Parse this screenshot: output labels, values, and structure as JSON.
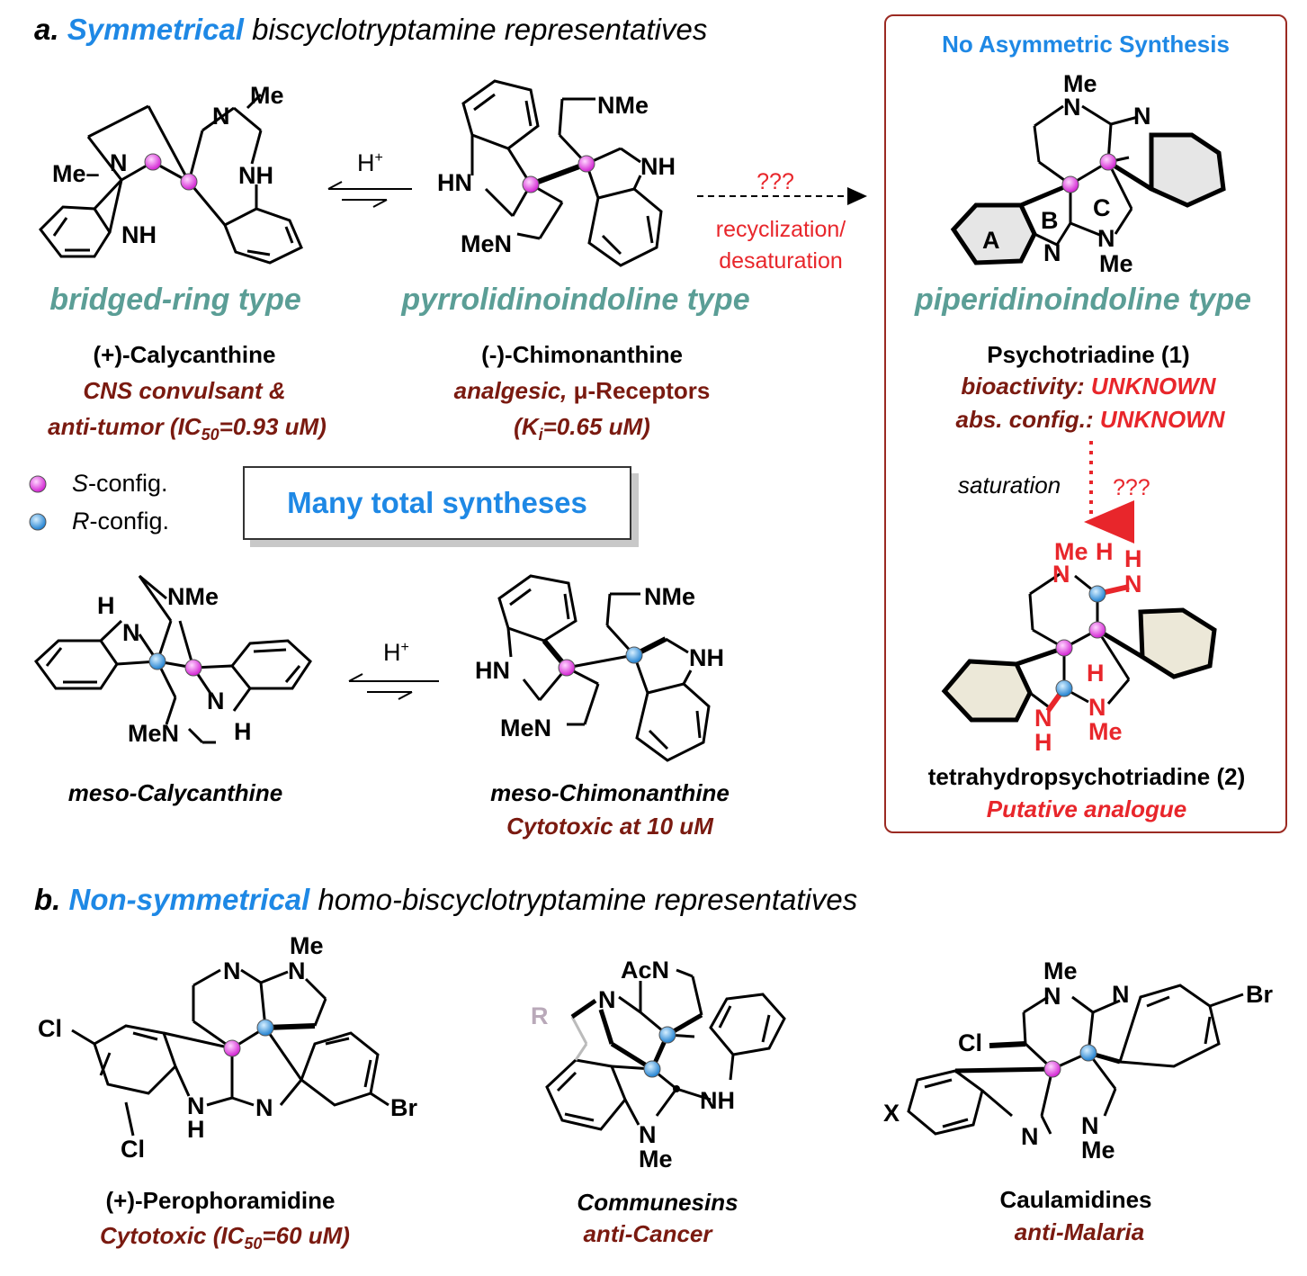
{
  "section_a": {
    "prefix": "a.",
    "highlight": "Symmetrical",
    "rest": "biscyclotryptamine representatives"
  },
  "section_b": {
    "prefix": "b.",
    "highlight": "Non-symmetrical",
    "rest": "homo-biscyclotryptamine representatives"
  },
  "asym_box": {
    "title": "No Asymmetric Synthesis",
    "type_label": "piperidinoindoline type",
    "compound1": "Psychotriadine (1)",
    "bioactivity_label": "bioactivity:",
    "bioactivity_value": "UNKNOWN",
    "absconfig_label": "abs. config.:",
    "absconfig_value": "UNKNOWN",
    "saturation": "saturation",
    "saturation_q": "???",
    "compound2": "tetrahydropsychotriadine (2)",
    "compound2_note": "Putative analogue",
    "ring_labels": [
      "A",
      "B",
      "C"
    ]
  },
  "arrows": {
    "acid_top": "H",
    "acid_bottom": "H",
    "acid_sup": "+",
    "recycl_q": "???",
    "recycl_line1": "recyclization/",
    "recycl_line2": "desaturation"
  },
  "types": {
    "bridged": "bridged-ring type",
    "pyrrolidino": "pyrrolidinoindoline type"
  },
  "compounds": {
    "calycanthine": {
      "name": "(+)-Calycanthine",
      "act1": "CNS convulsant &",
      "act2_pre": "anti-tumor (IC",
      "act2_sub": "50",
      "act2_post": "=0.93 uM)"
    },
    "chimonanthine": {
      "name": "(-)-Chimonanthine",
      "act1_a": "analgesic,",
      "act1_b": "μ-Receptors",
      "act2_pre": "(K",
      "act2_sub": "i",
      "act2_post": "=0.65 uM)"
    },
    "meso_caly": {
      "name": "meso-Calycanthine"
    },
    "meso_chimo": {
      "name": "meso-Chimonanthine",
      "act": "Cytotoxic at 10 uM"
    },
    "perophoramidine": {
      "name": "(+)-Perophoramidine",
      "act_pre": "Cytotoxic (IC",
      "act_sub": "50",
      "act_post": "=60 uM)"
    },
    "communesins": {
      "name": "Communesins",
      "act": "anti-Cancer"
    },
    "caulamidines": {
      "name": "Caulamidines",
      "act": "anti-Malaria"
    }
  },
  "legend": {
    "s_italic": "S",
    "s_rest": "-config.",
    "r_italic": "R",
    "r_rest": "-config."
  },
  "many_box": "Many total syntheses",
  "atoms": {
    "Me": "Me",
    "NMe": "NMe",
    "MeN": "MeN",
    "N": "N",
    "NH": "NH",
    "HN": "HN",
    "H": "H",
    "Cl": "Cl",
    "Br": "Br",
    "X": "X",
    "R": "R",
    "AcN": "AcN",
    "MeDash": "Me–"
  },
  "colors": {
    "blue": "#1e88e5",
    "teal": "#5b9e96",
    "darkred": "#7a1a10",
    "red": "#e8262b",
    "s_center": "#e040e0",
    "r_center": "#2f9be8",
    "ring_fill": "#e6e6e6",
    "ring_fill2": "#ece8d8"
  }
}
